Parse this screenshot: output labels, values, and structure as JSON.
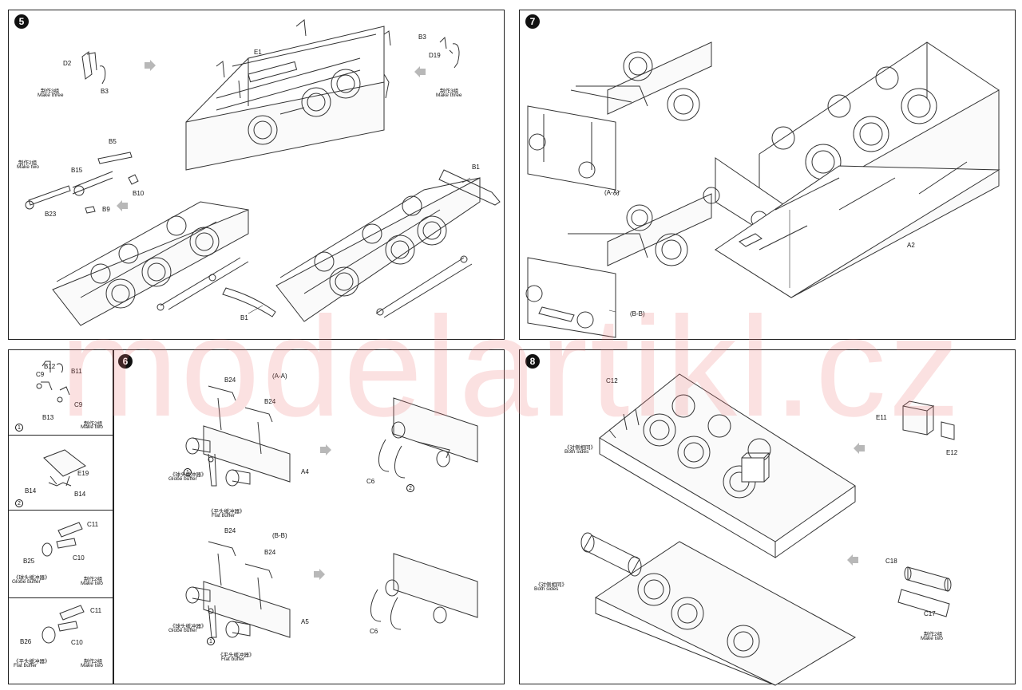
{
  "watermark": "modelartikl.cz",
  "colors": {
    "panel_border": "#222222",
    "watermark": "#eb7878",
    "arrow": "#b8b8b8",
    "line_art": "#333333"
  },
  "step5": {
    "number": "5",
    "labels": {
      "d2": "D2",
      "b3_left": "B3",
      "e1": "E1",
      "b3_right": "B3",
      "d19": "D19",
      "b5": "B5",
      "b15": "B15",
      "b10": "B10",
      "b23": "B23",
      "b9": "B9",
      "b1_top": "B1",
      "b1_bottom": "B1"
    },
    "notes": {
      "make_three_left_cn": "制作3组",
      "make_three_left_en": "Make three",
      "make_three_right_cn": "制作3组",
      "make_three_right_en": "Make three",
      "make_two_cn": "制作2组",
      "make_two_en": "Make two"
    }
  },
  "step7": {
    "number": "7",
    "labels": {
      "view_a": "(A-A)",
      "view_b": "(B-B)",
      "a2": "A2"
    }
  },
  "substeps": {
    "s1": {
      "num": "1",
      "labels": {
        "b12": "B12",
        "b11": "B11",
        "c9_top": "C9",
        "c9_right": "C9",
        "b13": "B13"
      },
      "note_cn": "制作2组",
      "note_en": "Make two"
    },
    "s2": {
      "num": "2",
      "labels": {
        "e19": "E19",
        "b14_left": "B14",
        "b14_right": "B14"
      }
    },
    "s3": {
      "labels": {
        "c11": "C11",
        "b25": "B25",
        "c10": "C10"
      },
      "caption_cn": "《球头缓冲器》",
      "caption_en": "Globe buffer",
      "note_cn": "制作2组",
      "note_en": "Make two"
    },
    "s4": {
      "labels": {
        "c11": "C11",
        "b26": "B26",
        "c10": "C10"
      },
      "caption_cn": "《平头缓冲器》",
      "caption_en": "Flat buffer",
      "note_cn": "制作2组",
      "note_en": "Make two"
    }
  },
  "step6": {
    "number": "6",
    "labels": {
      "b24_top1": "B24",
      "view_a": "(A-A)",
      "b24_top2": "B24",
      "a4": "A4",
      "c6_top": "C6",
      "b24_bot1": "B24",
      "view_b": "(B-B)",
      "b24_bot2": "B24",
      "a5": "A5",
      "c6_bot": "C6"
    },
    "captions": {
      "globe_top_cn": "《球头缓冲器》",
      "globe_top_en": "Globe buffer",
      "flat_top_cn": "《平头缓冲器》",
      "flat_top_en": "Flat buffer",
      "globe_bot_cn": "《球头缓冲器》",
      "globe_bot_en": "Globe buffer",
      "flat_bot_cn": "《平头缓冲器》",
      "flat_bot_en": "Flat buffer"
    },
    "circles": {
      "c1_top": "1",
      "c2_top": "2",
      "c1_bot": "1"
    }
  },
  "step8": {
    "number": "8",
    "labels": {
      "c12": "C12",
      "e11": "E11",
      "e12": "E12",
      "c18": "C18",
      "c17": "C17"
    },
    "notes": {
      "both_sides_top_cn": "《对侧相同》",
      "both_sides_top_en": "Both sides",
      "both_sides_bot_cn": "《对侧相同》",
      "both_sides_bot_en": "Both sides",
      "make_two_cn": "制作2组",
      "make_two_en": "Make two"
    }
  }
}
